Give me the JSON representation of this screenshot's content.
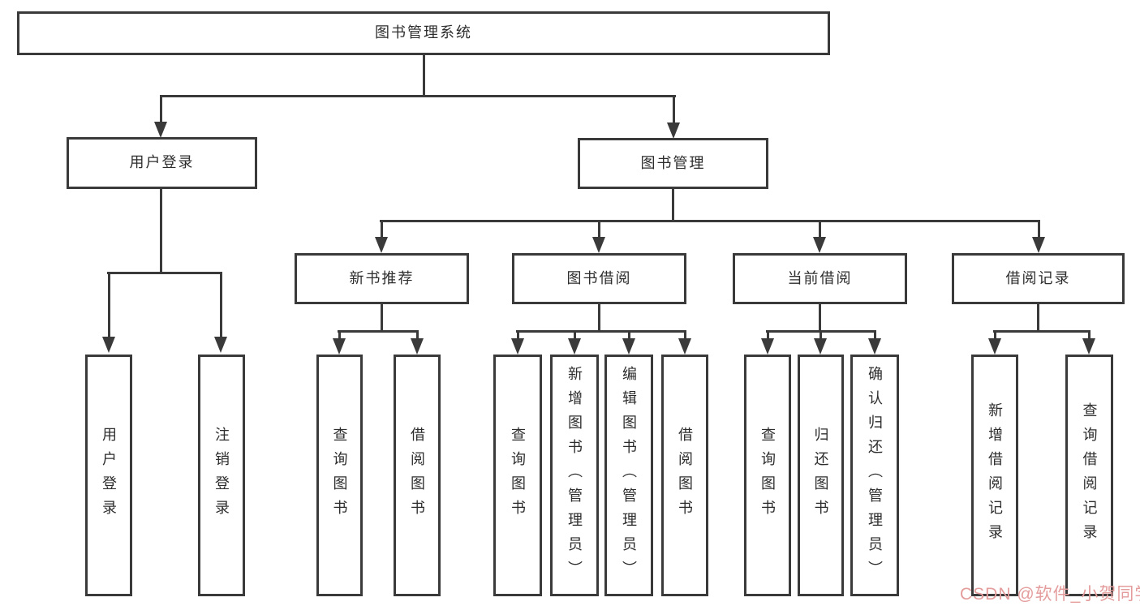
{
  "diagram_type": "hierarchy-tree",
  "tree": {
    "label": "图书管理系统",
    "children": [
      {
        "label": "用户登录",
        "children": [
          {
            "label": "用户登录"
          },
          {
            "label": "注销登录"
          }
        ]
      },
      {
        "label": "图书管理",
        "children": [
          {
            "label": "新书推荐",
            "children": [
              {
                "label": "查询图书"
              },
              {
                "label": "借阅图书"
              }
            ]
          },
          {
            "label": "图书借阅",
            "children": [
              {
                "label": "查询图书"
              },
              {
                "label": "新增图书（管理员）"
              },
              {
                "label": "编辑图书（管理员）"
              },
              {
                "label": "借阅图书"
              }
            ]
          },
          {
            "label": "当前借阅",
            "children": [
              {
                "label": "查询图书"
              },
              {
                "label": "归还图书"
              },
              {
                "label": "确认归还（管理员）"
              }
            ]
          },
          {
            "label": "借阅记录",
            "children": [
              {
                "label": "新增借阅记录"
              },
              {
                "label": "查询借阅记录"
              }
            ]
          }
        ]
      }
    ]
  },
  "watermark": {
    "text": "CSDN @软件_小贺同学",
    "color": "#e49c9c"
  },
  "colors": {
    "line": "#3a3a3a",
    "background": "#ffffff",
    "text": "#2d2d2d"
  }
}
